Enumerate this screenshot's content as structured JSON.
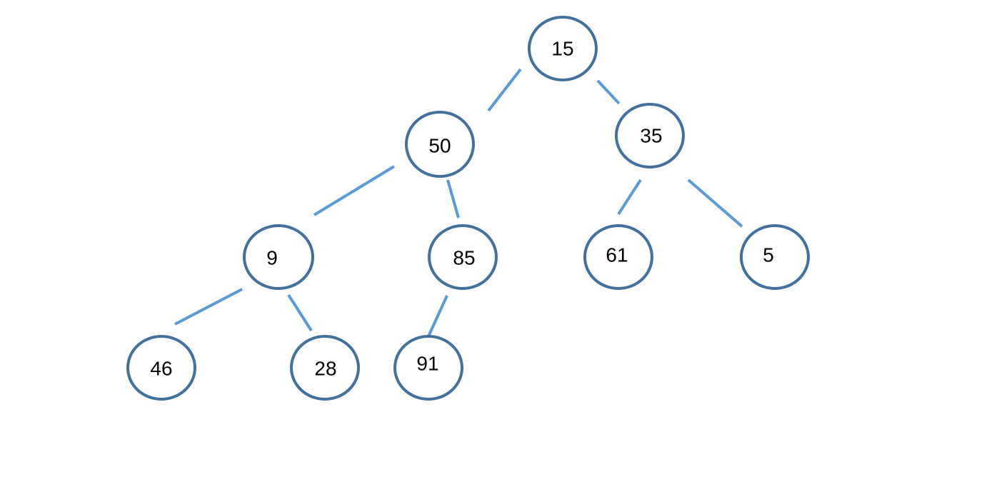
{
  "tree": {
    "colors": {
      "edge": "#5b9bd5",
      "node_border": "#41719c",
      "node_fill": "#ffffff",
      "text": "#000000"
    },
    "nodes": [
      {
        "id": "n15",
        "label": "15"
      },
      {
        "id": "n50",
        "label": "50"
      },
      {
        "id": "n35",
        "label": "35"
      },
      {
        "id": "n9",
        "label": "9"
      },
      {
        "id": "n85",
        "label": "85"
      },
      {
        "id": "n61",
        "label": "61"
      },
      {
        "id": "n5",
        "label": "5"
      },
      {
        "id": "n46",
        "label": "46"
      },
      {
        "id": "n28",
        "label": "28"
      },
      {
        "id": "n91",
        "label": "91"
      }
    ],
    "edges": [
      {
        "from": "n15",
        "to": "n50"
      },
      {
        "from": "n15",
        "to": "n35"
      },
      {
        "from": "n50",
        "to": "n9"
      },
      {
        "from": "n50",
        "to": "n85"
      },
      {
        "from": "n35",
        "to": "n61"
      },
      {
        "from": "n35",
        "to": "n5"
      },
      {
        "from": "n9",
        "to": "n46"
      },
      {
        "from": "n9",
        "to": "n28"
      },
      {
        "from": "n85",
        "to": "n91"
      }
    ]
  }
}
